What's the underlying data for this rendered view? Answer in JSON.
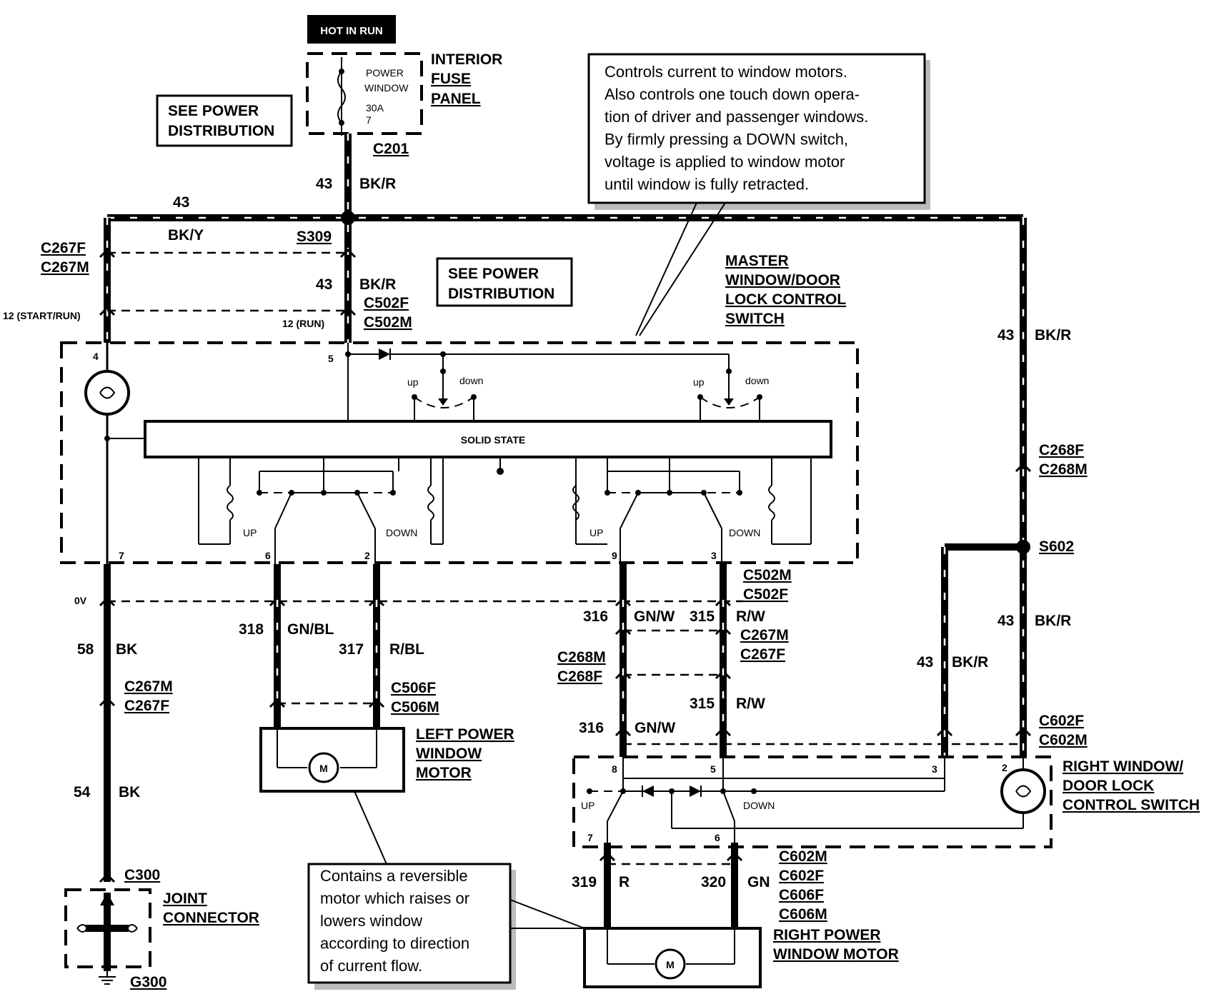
{
  "labels": {
    "hot_in_run": "HOT IN RUN",
    "power_window_fuse_line1": "POWER",
    "power_window_fuse_line2": "WINDOW",
    "fuse_rating": "30A",
    "fuse_number": "7",
    "interior_fuse_line1": "INTERIOR",
    "interior_fuse_line2": "FUSE",
    "interior_fuse_line3": "PANEL",
    "see_power_dist_1_line1": "SEE POWER",
    "see_power_dist_1_line2": "DISTRIBUTION",
    "see_power_dist_2_line1": "SEE POWER",
    "see_power_dist_2_line2": "DISTRIBUTION",
    "master_switch_line1": "MASTER",
    "master_switch_line2": "WINDOW/DOOR",
    "master_switch_line3": "LOCK CONTROL",
    "master_switch_line4": "SWITCH",
    "solid_state": "SOLID STATE",
    "left_motor_line1": "LEFT POWER",
    "left_motor_line2": "WINDOW",
    "left_motor_line3": "MOTOR",
    "right_motor_line1": "RIGHT POWER",
    "right_motor_line2": "WINDOW MOTOR",
    "right_switch_line1": "RIGHT WINDOW/",
    "right_switch_line2": "DOOR LOCK",
    "right_switch_line3": "CONTROL SWITCH",
    "joint_connector_line1": "JOINT",
    "joint_connector_line2": "CONNECTOR",
    "motor_symbol": "M",
    "up": "up",
    "down": "down",
    "UP": "UP",
    "DOWN": "DOWN",
    "start_run": "12 (START/RUN)",
    "run": "12 (RUN)",
    "ov": "0V"
  },
  "connectors": {
    "c201": "C201",
    "s309": "S309",
    "c267f_a": "C267F",
    "c267m_a": "C267M",
    "c502f_a": "C502F",
    "c502m_a": "C502M",
    "c502m_b": "C502M",
    "c502f_b": "C502F",
    "c267m_b": "C267M",
    "c267f_b": "C267F",
    "c268m_b": "C268M",
    "c268f_b": "C268F",
    "c268f_a": "C268F",
    "c268m_a": "C268M",
    "s602": "S602",
    "c602f_a": "C602F",
    "c602m_a": "C602M",
    "c267m_c": "C267M",
    "c267f_c": "C267F",
    "c506f": "C506F",
    "c506m": "C506M",
    "c300": "C300",
    "g300": "G300",
    "c602m_b": "C602M",
    "c602f_b": "C602F",
    "c606f": "C606F",
    "c606m": "C606M"
  },
  "wires": {
    "w43_top_num": "43",
    "w43_top_color": "BK/R",
    "w43_bus": "43",
    "w_bky": "BK/Y",
    "w43_mid_num": "43",
    "w43_mid_color": "BK/R",
    "w43_right_num": "43",
    "w43_right_color": "BK/R",
    "w43_right2_num": "43",
    "w43_right2_color": "BK/R",
    "w43_s602_num": "43",
    "w43_s602_color": "BK/R",
    "w58_num": "58",
    "w58_color": "BK",
    "w54_num": "54",
    "w54_color": "BK",
    "w318_num": "318",
    "w318_color": "GN/BL",
    "w317_num": "317",
    "w317_color": "R/BL",
    "w316_num": "316",
    "w316_color": "GN/W",
    "w315_num": "315",
    "w315_color": "R/W",
    "w315b_num": "315",
    "w315b_color": "R/W",
    "w316b_num": "316",
    "w316b_color": "GN/W",
    "w319_num": "319",
    "w319_color": "R",
    "w320_num": "320",
    "w320_color": "GN"
  },
  "pins": {
    "p4": "4",
    "p5": "5",
    "p7": "7",
    "p6": "6",
    "p2": "2",
    "p9": "9",
    "p3": "3",
    "p8": "8",
    "p5b": "5",
    "p3b": "3",
    "p2b": "2",
    "p7b": "7",
    "p6b": "6"
  },
  "notes": {
    "master_note": [
      "Controls current to window motors.",
      "Also controls one touch down opera-",
      "tion of driver  and passenger windows.",
      "By firmly pressing a DOWN switch,",
      "voltage is applied to window motor",
      "until window is fully retracted."
    ],
    "motor_note": [
      "Contains a reversible",
      "motor which raises or",
      "lowers window",
      "according to direction",
      "of current flow."
    ]
  }
}
